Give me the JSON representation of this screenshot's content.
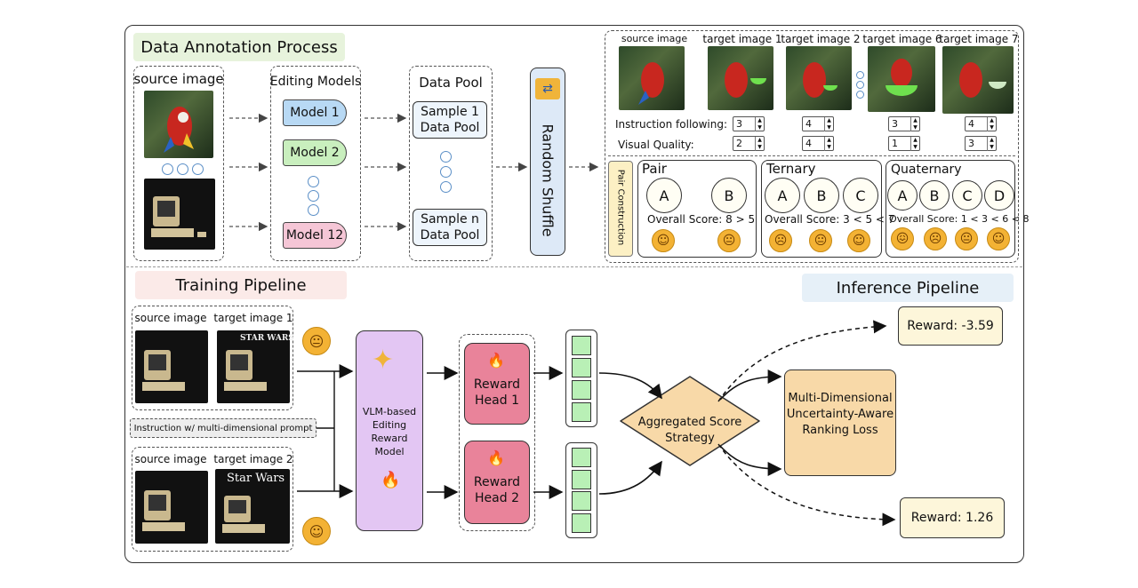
{
  "annotation": {
    "title": "Data Annotation Process",
    "source_label": "source image",
    "editing_models_label": "Editing Models",
    "models": [
      "Model 1",
      "Model 2",
      "Model 12"
    ],
    "data_pool_label": "Data Pool",
    "pool_items": [
      "Sample 1\nData Pool",
      "Sample n\nData Pool"
    ],
    "shuffle_label": "Random Shuffle",
    "image_labels": [
      "source image",
      "target image 1",
      "target image 2",
      "target image 6",
      "target image 7"
    ],
    "instruction_following_label": "Instruction following:",
    "visual_quality_label": "Visual Quality:",
    "instruction_scores": [
      "3",
      "4",
      "3",
      "4"
    ],
    "visual_scores": [
      "2",
      "4",
      "1",
      "3"
    ],
    "pair_construction_label": "Pair Construction",
    "groups": [
      {
        "name": "Pair",
        "letters": [
          "A",
          "B"
        ],
        "score": "Overall Score: 8 > 5"
      },
      {
        "name": "Ternary",
        "letters": [
          "A",
          "B",
          "C"
        ],
        "score": "Overall Score: 3 < 5 < 7"
      },
      {
        "name": "Quaternary",
        "letters": [
          "A",
          "B",
          "C",
          "D"
        ],
        "score": "Overall Score: 1 < 3 < 6 < 8"
      }
    ]
  },
  "training": {
    "title": "Training Pipeline",
    "pair1": {
      "source_label": "source image",
      "target_label": "target image 1",
      "target_text": "STAR WARS"
    },
    "pair2": {
      "source_label": "source image",
      "target_label": "target image 2",
      "target_text": "Star Wars"
    },
    "instruction_label": "Instruction w/ multi-dimensional prompt",
    "vlm_label": "VLM-based Editing Reward Model",
    "reward_head_1": "Reward Head 1",
    "reward_head_2": "Reward Head 2",
    "aggregated_label": "Aggregated Score Strategy",
    "loss_label": "Multi-Dimensional Uncertainty-Aware Ranking Loss"
  },
  "inference": {
    "title": "Inference Pipeline",
    "reward_top": "Reward: -3.59",
    "reward_bottom": "Reward: 1.26"
  },
  "colors": {
    "annotation_title_bg": "#e7f3dc",
    "training_title_bg": "#fbeae8",
    "inference_title_bg": "#e6f0f8",
    "vlm_bg": "#e3c6f3",
    "reward_head_bg": "#e9839a",
    "aggregated_bg": "#f8d9a8",
    "loss_bg": "#f8d9a8",
    "reward_box_bg": "#fdf6da",
    "square_fill": "#b9f0b6",
    "shuffle_bg": "#dde9f7",
    "pair_construction_bg": "#fcf0c4"
  }
}
